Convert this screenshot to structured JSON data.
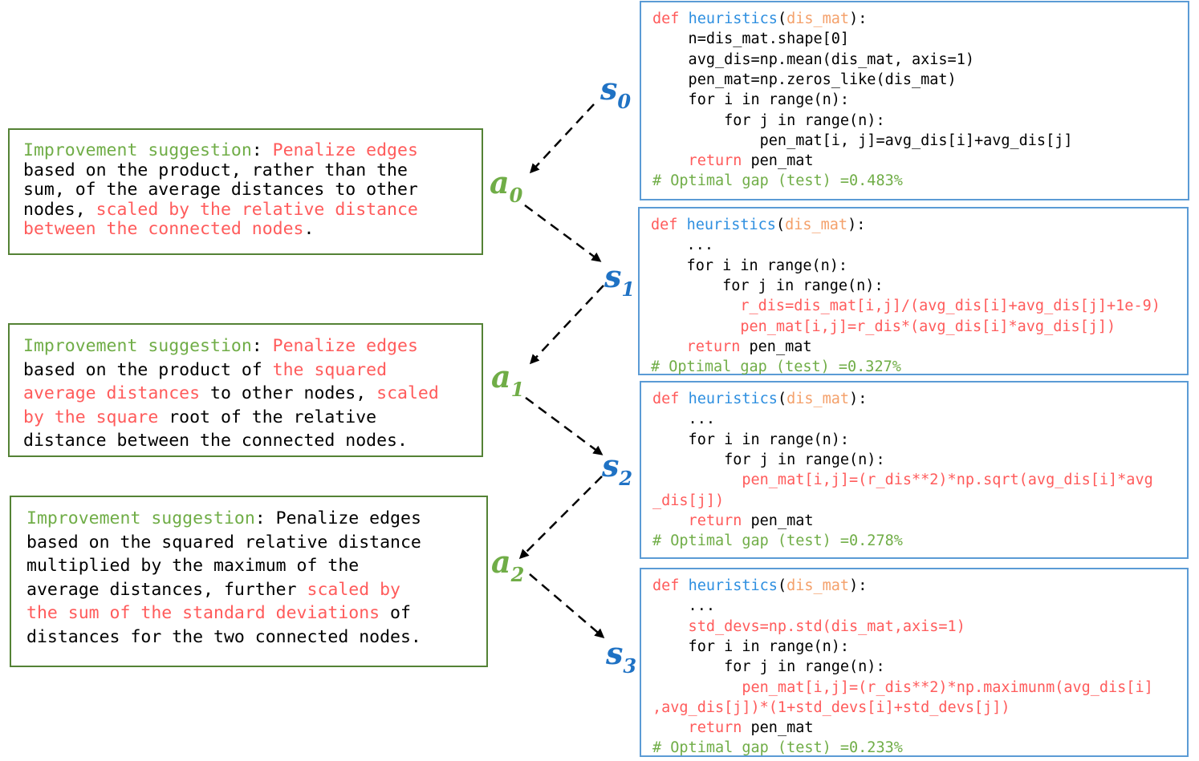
{
  "suggestions": [
    {
      "lines": [
        [
          [
            "green",
            "Improvement suggestion"
          ],
          [
            "black",
            ": "
          ],
          [
            "red",
            "Penalize edges"
          ]
        ],
        [
          [
            "black",
            "based on the product, rather than the"
          ]
        ],
        [
          [
            "black",
            "sum, of the average distances to other"
          ]
        ],
        [
          [
            "black",
            "nodes, "
          ],
          [
            "red",
            "scaled by the relative distance"
          ]
        ],
        [
          [
            "red",
            "between the connected nodes"
          ],
          [
            "black",
            "."
          ]
        ]
      ]
    },
    {
      "lines": [
        [
          [
            "green",
            "Improvement suggestion"
          ],
          [
            "black",
            ": "
          ],
          [
            "red",
            "Penalize edges"
          ]
        ],
        [
          [
            "black",
            "based on the product of "
          ],
          [
            "red",
            "the squared"
          ]
        ],
        [
          [
            "red",
            "average distances"
          ],
          [
            "black",
            " to other nodes, "
          ],
          [
            "red",
            "scaled"
          ]
        ],
        [
          [
            "red",
            "by the square"
          ],
          [
            "black",
            " root of the relative"
          ]
        ],
        [
          [
            "black",
            "distance between the connected nodes."
          ]
        ]
      ]
    },
    {
      "lines": [
        [
          [
            "green",
            "Improvement suggestion"
          ],
          [
            "black",
            ": Penalize edges"
          ]
        ],
        [
          [
            "black",
            "based on the squared relative distance"
          ]
        ],
        [
          [
            "black",
            "multiplied by the maximum of the"
          ]
        ],
        [
          [
            "black",
            "average distances, further "
          ],
          [
            "red",
            "scaled by"
          ]
        ],
        [
          [
            "red",
            "the sum of the standard deviations"
          ],
          [
            "black",
            " of"
          ]
        ],
        [
          [
            "black",
            "distances for the two connected nodes."
          ]
        ]
      ]
    }
  ],
  "code_blocks": [
    {
      "lines": [
        [
          [
            "red",
            "def "
          ],
          [
            "blue",
            "heuristics"
          ],
          [
            "black",
            "("
          ],
          [
            "orange",
            "dis_mat"
          ],
          [
            "black",
            "):"
          ]
        ],
        [
          [
            "black",
            "    n=dis_mat.shape[0]"
          ]
        ],
        [
          [
            "black",
            "    avg_dis=np.mean(dis_mat, axis=1)"
          ]
        ],
        [
          [
            "black",
            "    pen_mat=np.zeros_like(dis_mat)"
          ]
        ],
        [
          [
            "black",
            "    for i in range(n):"
          ]
        ],
        [
          [
            "black",
            "        for j in range(n):"
          ]
        ],
        [
          [
            "black",
            "            pen_mat[i, j]=avg_dis[i]+avg_dis[j]"
          ]
        ],
        [
          [
            "red",
            "    return"
          ],
          [
            "black",
            " pen_mat"
          ]
        ],
        [
          [
            "green",
            "# Optimal gap (test) =0.483%"
          ]
        ]
      ]
    },
    {
      "lines": [
        [
          [
            "red",
            "def "
          ],
          [
            "blue",
            "heuristics"
          ],
          [
            "black",
            "("
          ],
          [
            "orange",
            "dis_mat"
          ],
          [
            "black",
            "):"
          ]
        ],
        [
          [
            "black",
            "    ..."
          ]
        ],
        [
          [
            "black",
            "    for i in range(n):"
          ]
        ],
        [
          [
            "black",
            "        for j in range(n):"
          ]
        ],
        [
          [
            "red",
            "          r_dis=dis_mat[i,j]/(avg_dis[i]+avg_dis[j]+1e-9)"
          ]
        ],
        [
          [
            "red",
            "          pen_mat[i,j]=r_dis*(avg_dis[i]*avg_dis[j])"
          ]
        ],
        [
          [
            "red",
            "    return"
          ],
          [
            "black",
            " pen_mat"
          ]
        ],
        [
          [
            "green",
            "# Optimal gap (test) =0.327%"
          ]
        ]
      ]
    },
    {
      "lines": [
        [
          [
            "red",
            "def "
          ],
          [
            "blue",
            "heuristics"
          ],
          [
            "black",
            "("
          ],
          [
            "orange",
            "dis_mat"
          ],
          [
            "black",
            "):"
          ]
        ],
        [
          [
            "black",
            "    ..."
          ]
        ],
        [
          [
            "black",
            "    for i in range(n):"
          ]
        ],
        [
          [
            "black",
            "        for j in range(n):"
          ]
        ],
        [
          [
            "red",
            "          pen_mat[i,j]=(r_dis**2)*np.sqrt(avg_dis[i]*avg"
          ]
        ],
        [
          [
            "red",
            "_dis[j])"
          ]
        ],
        [
          [
            "red",
            "    return"
          ],
          [
            "black",
            " pen_mat"
          ]
        ],
        [
          [
            "green",
            "# Optimal gap (test) =0.278%"
          ]
        ]
      ]
    },
    {
      "lines": [
        [
          [
            "red",
            "def "
          ],
          [
            "blue",
            "heuristics"
          ],
          [
            "black",
            "("
          ],
          [
            "orange",
            "dis_mat"
          ],
          [
            "black",
            "):"
          ]
        ],
        [
          [
            "black",
            "    ..."
          ]
        ],
        [
          [
            "red",
            "    std_devs=np.std(dis_mat,axis=1)"
          ]
        ],
        [
          [
            "black",
            "    for i in range(n):"
          ]
        ],
        [
          [
            "black",
            "        for j in range(n):"
          ]
        ],
        [
          [
            "red",
            "          pen_mat[i,j]=(r_dis**2)*np.maximunm(avg_dis[i]"
          ]
        ],
        [
          [
            "red",
            ",avg_dis[j])*(1+std_devs[i]+std_devs[j])"
          ]
        ],
        [
          [
            "red",
            "    return"
          ],
          [
            "black",
            " pen_mat"
          ]
        ],
        [
          [
            "green",
            "# Optimal gap (test) =0.233%"
          ]
        ]
      ]
    }
  ],
  "state_labels": [
    {
      "base": "s",
      "sub": "0"
    },
    {
      "base": "s",
      "sub": "1"
    },
    {
      "base": "s",
      "sub": "2"
    },
    {
      "base": "s",
      "sub": "3"
    }
  ],
  "action_labels": [
    {
      "base": "a",
      "sub": "0"
    },
    {
      "base": "a",
      "sub": "1"
    },
    {
      "base": "a",
      "sub": "2"
    }
  ],
  "colors": {
    "green": "#70AD47",
    "red": "#FF5B5B",
    "blue": "#2E8FE0",
    "orange": "#F4A06A",
    "suggestion_border": "#548235",
    "code_border": "#5B9BD5",
    "state_label": "#1F72C4"
  }
}
